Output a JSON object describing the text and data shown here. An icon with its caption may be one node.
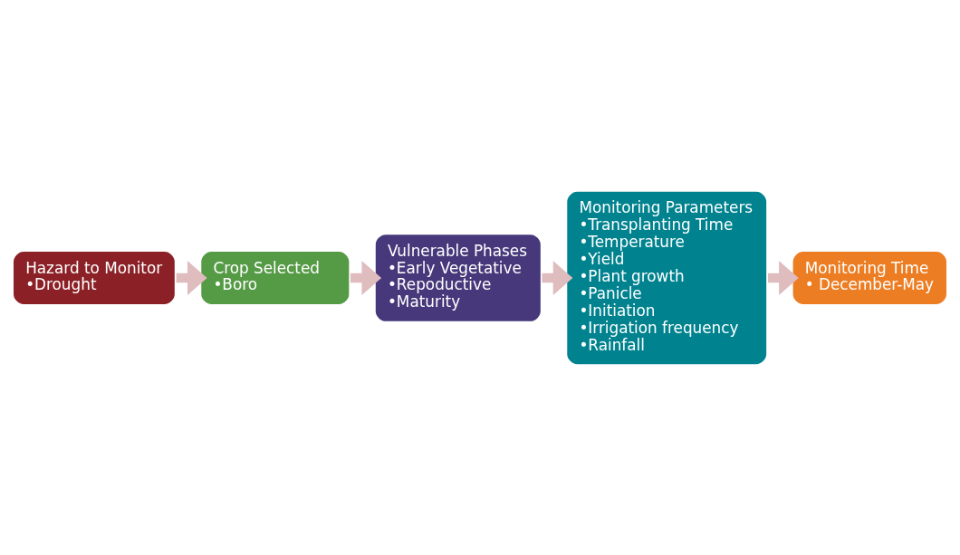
{
  "diagram": {
    "nodes": [
      {
        "text": [
          "Hazard to Monitor",
          "•Drought"
        ]
      },
      {
        "text": [
          "Crop Selected",
          "•Boro"
        ]
      },
      {
        "text": [
          "Vulnerable Phases",
          "•Early Vegetative",
          "•Repoductive",
          "•Maturity"
        ]
      },
      {
        "text": [
          "Monitoring Parameters",
          "•Transplanting Time",
          "•Temperature",
          "•Yield",
          "•Plant growth",
          "•Panicle",
          "•Initiation",
          "•Irrigation frequency",
          "•Rainfall"
        ]
      },
      {
        "text": [
          "Monitoring Time",
          "• December-May"
        ]
      }
    ],
    "edges": [
      {
        "from": 0,
        "to": 1,
        "arrow": "to"
      },
      {
        "from": 1,
        "to": 2,
        "arrow": "to"
      },
      {
        "from": 2,
        "to": 3,
        "arrow": "to"
      },
      {
        "from": 3,
        "to": 4,
        "arrow": "to"
      }
    ]
  }
}
